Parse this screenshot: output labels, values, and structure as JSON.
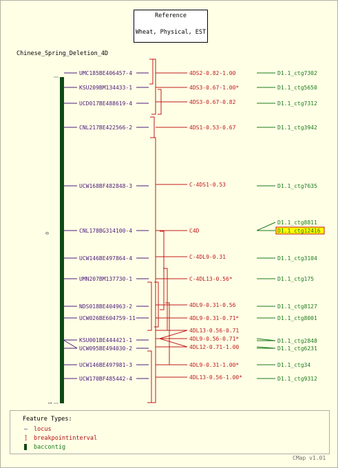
{
  "reference": {
    "title": "Reference",
    "subtitle": "Wheat, Physical, EST"
  },
  "map_title": "Chinese_Spring_Deletion_4D",
  "scale": {
    "top": "0",
    "bottom": "1"
  },
  "colors": {
    "locus": "#4b1a7a",
    "breakpoint": "#c01818",
    "contig": "#1a7a1a",
    "bar": "#0f4a14",
    "highlight": "#ffff00"
  },
  "loci": [
    {
      "label": "UMC185BE406457-4",
      "bp": "4DS2-0.82-1.00",
      "contig": "D1.1_ctg7302"
    },
    {
      "label": "KSU209BM134433-1",
      "bp": "4DS3-0.67-1.00*",
      "contig": "D1.1_ctg5650"
    },
    {
      "label": "UCD017BE488619-4",
      "bp": "4DS3-0.67-0.82",
      "contig": "D1.1_ctg7312"
    },
    {
      "label": "CNL217BE422566-2",
      "bp": "4DS1-0.53-0.67",
      "contig": "D1.1_ctg3942"
    },
    {
      "label": "UCW168BF482848-3",
      "bp": "C-4DS1-0.53",
      "contig": "D1.1_ctg7635"
    },
    {
      "label": "CNL178BG314100-4",
      "bp": "C4D",
      "contig": "D1.1_ctg8811",
      "contig2": "D1.1_ctg12416"
    },
    {
      "label": "UCW146BE497864-4",
      "bp": "C-4DL9-0.31",
      "contig": "D1.1_ctg3104"
    },
    {
      "label": "UMN207BM137730-1",
      "bp": "C-4DL13-0.56*",
      "contig": "D1.1_ctg175"
    },
    {
      "label": "NDS018BE404963-2",
      "bp": "4DL9-0.31-0.56",
      "contig": "D1.1_ctg8127"
    },
    {
      "label": "UCW026BE604759-11",
      "bp": "4DL9-0.31-0.71*",
      "contig": "D1.1_ctg8001"
    },
    {
      "label": "KSU001BE444421-1",
      "bp": "4DL13-0.56-0.71",
      "contig": "D1.1_ctg2848"
    },
    {
      "label": "UCW095BE494030-2",
      "bp": "4DL9-0.56-0.71*",
      "contig": "D1.1_ctg6231"
    },
    {
      "label": "UCW146BE497981-3",
      "bp": "4DL9-0.31-1.00*",
      "contig": "D1.1_ctg34"
    },
    {
      "label": "UCW170BF485442-4",
      "bp": "4DL13-0.56-1.00*",
      "contig": "D1.1_ctg9312"
    },
    {
      "label": "",
      "bp": "4DL12-0.71-1.00",
      "contig": ""
    }
  ],
  "legend": {
    "title": "Feature Types:",
    "items": [
      {
        "label": "locus"
      },
      {
        "label": "breakpointinterval"
      },
      {
        "label": "baccontig"
      }
    ]
  },
  "footer": "CMap v1.01"
}
